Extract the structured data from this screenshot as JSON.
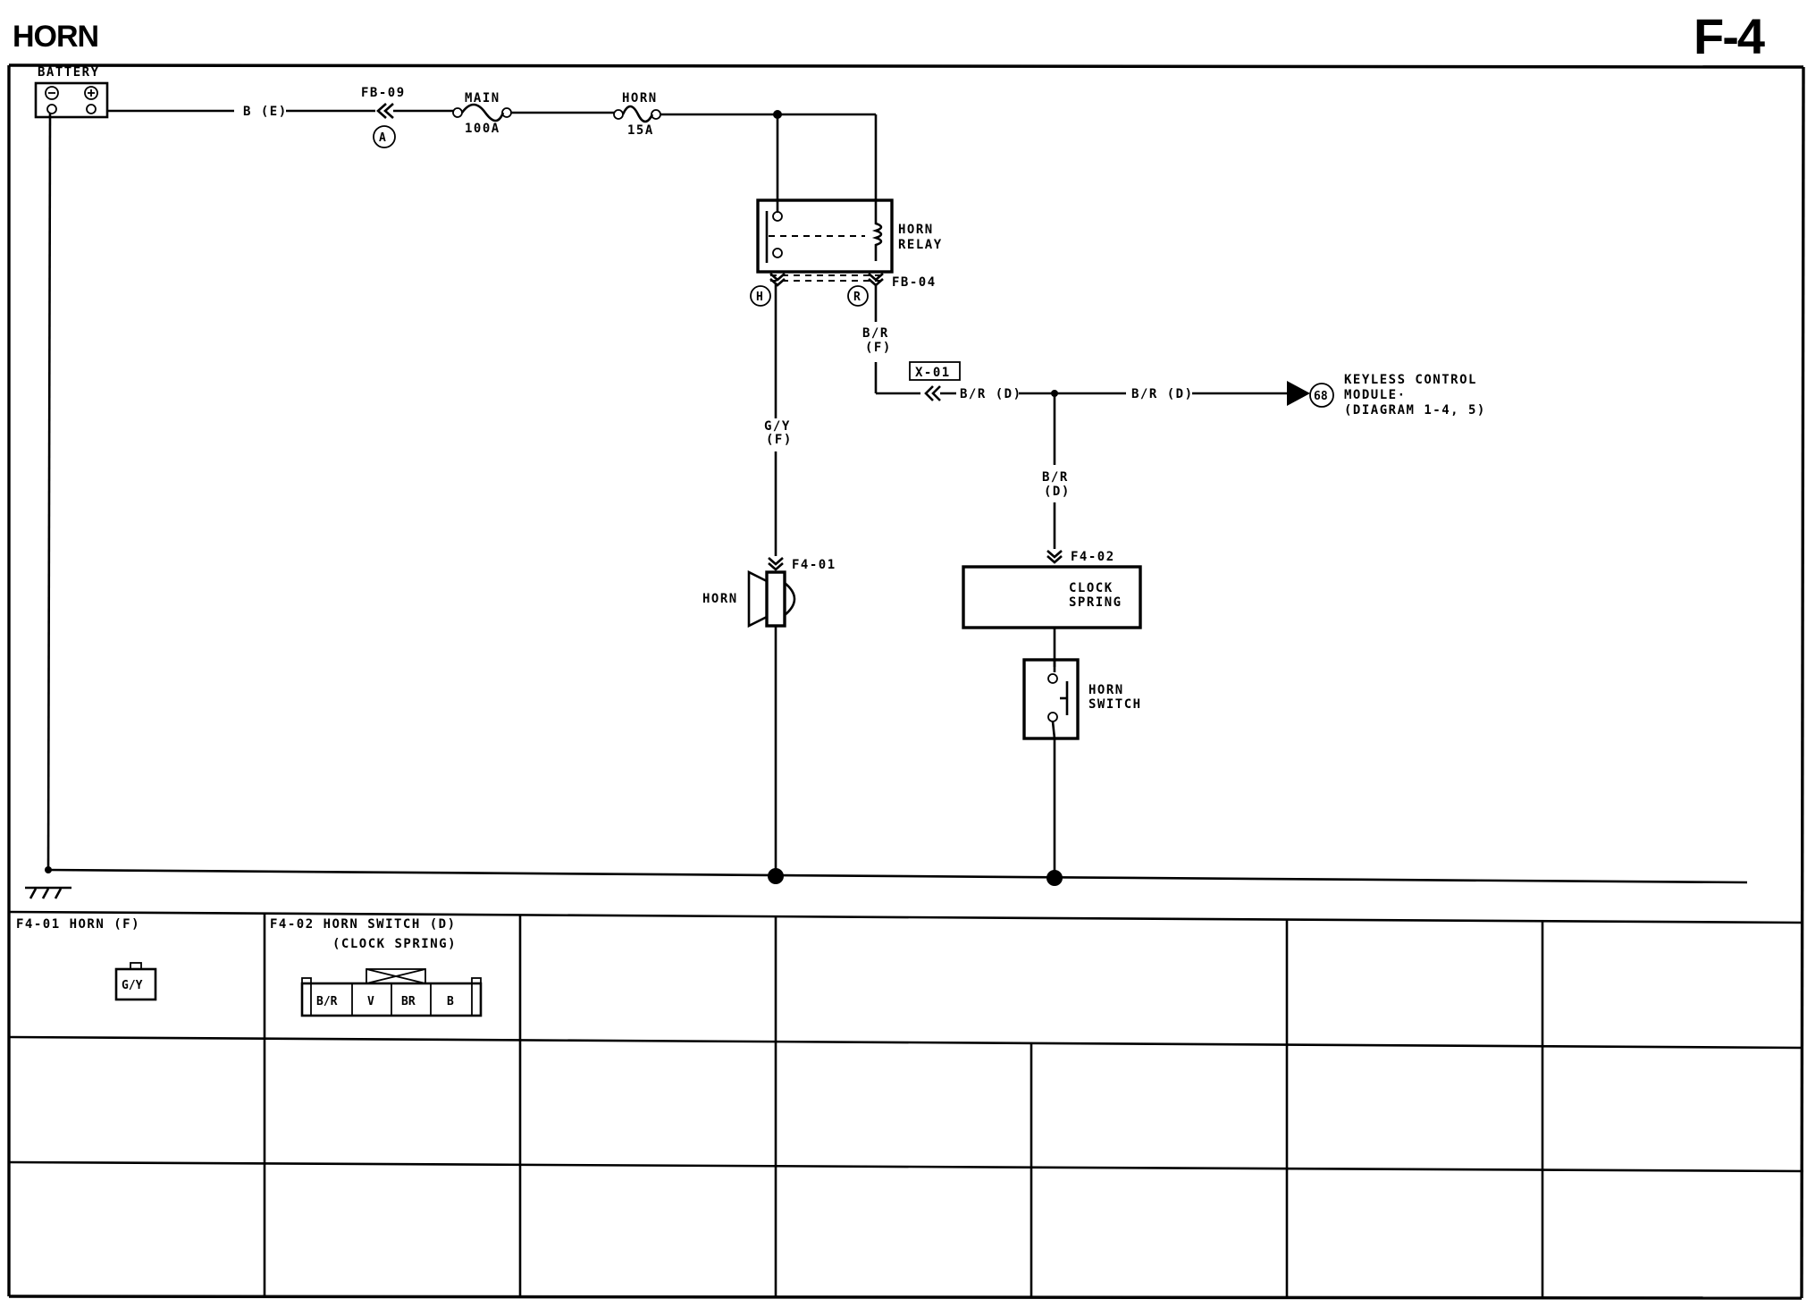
{
  "title": "HORN",
  "page_number": "F-4",
  "components": {
    "battery": "BATTERY",
    "fuse_main_name": "MAIN",
    "fuse_main_rating": "100A",
    "fuse_horn_name": "HORN",
    "fuse_horn_rating": "15A",
    "relay_line1": "HORN",
    "relay_line2": "RELAY",
    "horn": "HORN",
    "clock_spring_line1": "CLOCK",
    "clock_spring_line2": "SPRING",
    "horn_switch_line1": "HORN",
    "horn_switch_line2": "SWITCH",
    "keyless_line1": "KEYLESS CONTROL",
    "keyless_line2": "MODULE·",
    "keyless_line3": "(DIAGRAM 1-4, 5)"
  },
  "connectors": {
    "fb09": "FB-09",
    "fb04": "FB-04",
    "x01": "X-01",
    "f401": "F4-01",
    "f402": "F4-02",
    "circle_a": "A",
    "circle_h": "H",
    "circle_r": "R",
    "terminal_68": "68"
  },
  "wires": {
    "battery_out": "B (E)",
    "relay_out_line1": "B/R",
    "relay_out_line2": "(F)",
    "horn_feed_line1": "G/Y",
    "horn_feed_line2": "(F)",
    "x01_left": "B/R (D)",
    "x01_right": "B/R (D)",
    "switch_feed_line1": "B/R",
    "switch_feed_line2": "(D)"
  },
  "connector_table": {
    "cell1_title": "F4-01 HORN (F)",
    "cell1_pin": "G/Y",
    "cell2_title_line1": "F4-02 HORN SWITCH (D)",
    "cell2_title_line2": "(CLOCK SPRING)",
    "cell2_pins": [
      "B/R",
      "V",
      "BR",
      "B"
    ]
  }
}
